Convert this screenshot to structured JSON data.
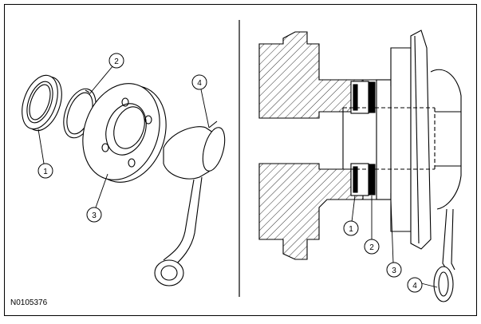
{
  "figure": {
    "code": "N0105376",
    "colors": {
      "line": "#000000",
      "background": "#ffffff"
    },
    "exploded_view": {
      "callouts": [
        {
          "id": "callout-1",
          "label": "1",
          "part": "seal"
        },
        {
          "id": "callout-2",
          "label": "2",
          "part": "retaining-ring"
        },
        {
          "id": "callout-3",
          "label": "3",
          "part": "flanged-adapter"
        },
        {
          "id": "callout-4",
          "label": "4",
          "part": "installer-tool"
        }
      ]
    },
    "section_view": {
      "callouts": [
        {
          "id": "callout-1",
          "label": "1"
        },
        {
          "id": "callout-2",
          "label": "2"
        },
        {
          "id": "callout-3",
          "label": "3"
        },
        {
          "id": "callout-4",
          "label": "4"
        }
      ]
    }
  }
}
